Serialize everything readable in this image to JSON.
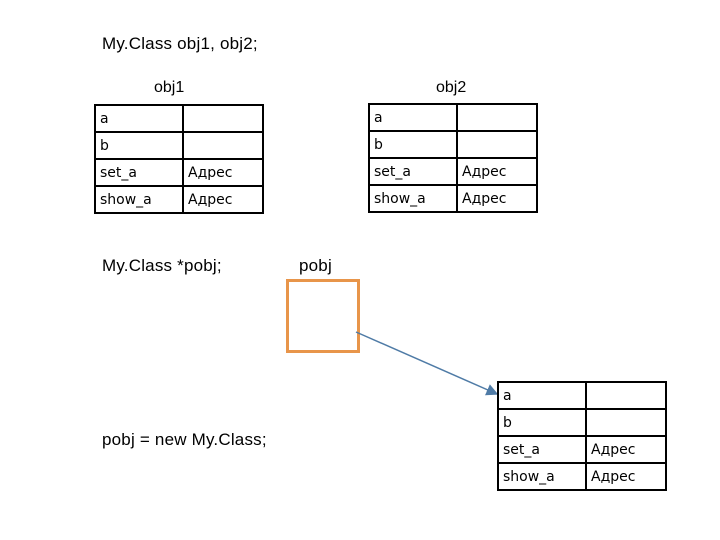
{
  "declaration": "My.Class  obj1, obj2;",
  "obj1_label": "obj1",
  "obj2_label": "obj2",
  "pointer_decl": "My.Class *pobj;",
  "pointer_label": "pobj",
  "new_statement": "pobj  = new My.Class;",
  "colors": {
    "pointer_box": "#e8954a",
    "arrow": "#4f7ba6"
  },
  "obj1": {
    "rows": [
      {
        "field": "a",
        "value": ""
      },
      {
        "field": "b",
        "value": ""
      },
      {
        "field": "set_a",
        "value": "Адрес"
      },
      {
        "field": "show_a",
        "value": "Адрес"
      }
    ]
  },
  "obj2": {
    "rows": [
      {
        "field": "a",
        "value": ""
      },
      {
        "field": "b",
        "value": ""
      },
      {
        "field": "set_a",
        "value": "Адрес"
      },
      {
        "field": "show_a",
        "value": "Адрес"
      }
    ]
  },
  "new_obj": {
    "rows": [
      {
        "field": "a",
        "value": ""
      },
      {
        "field": "b",
        "value": ""
      },
      {
        "field": "set_a",
        "value": "Адрес"
      },
      {
        "field": "show_a",
        "value": "Адрес"
      }
    ]
  }
}
